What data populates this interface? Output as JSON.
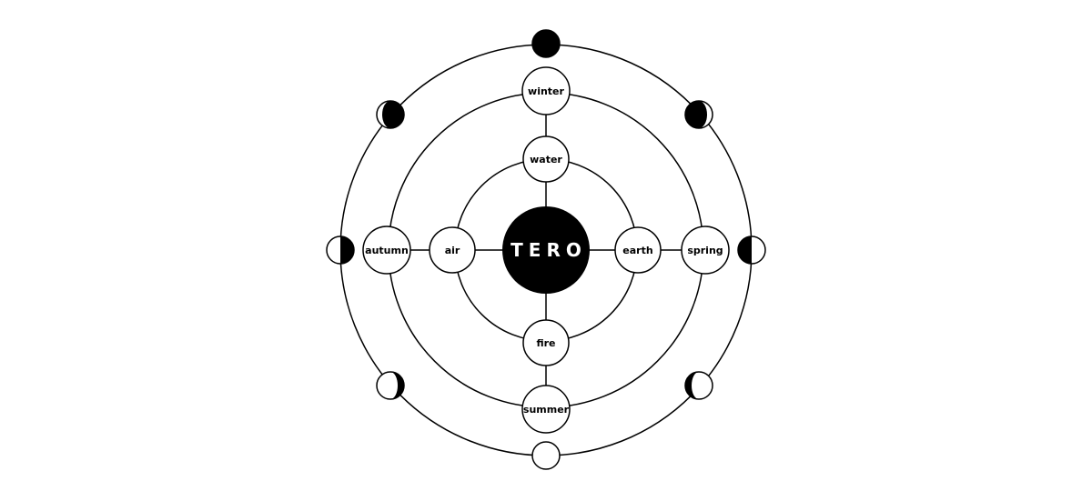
{
  "center": {
    "label": "TERO"
  },
  "elements": {
    "top": "water",
    "right": "earth",
    "bottom": "fire",
    "left": "air"
  },
  "seasons": {
    "top": "winter",
    "right": "spring",
    "bottom": "summer",
    "left": "autumn"
  },
  "moon_phases": [
    "new",
    "waxing-crescent",
    "first-quarter",
    "waxing-gibbous",
    "full",
    "waning-gibbous",
    "last-quarter",
    "waning-crescent"
  ],
  "colors": {
    "ink": "#000000",
    "paper": "#ffffff"
  }
}
